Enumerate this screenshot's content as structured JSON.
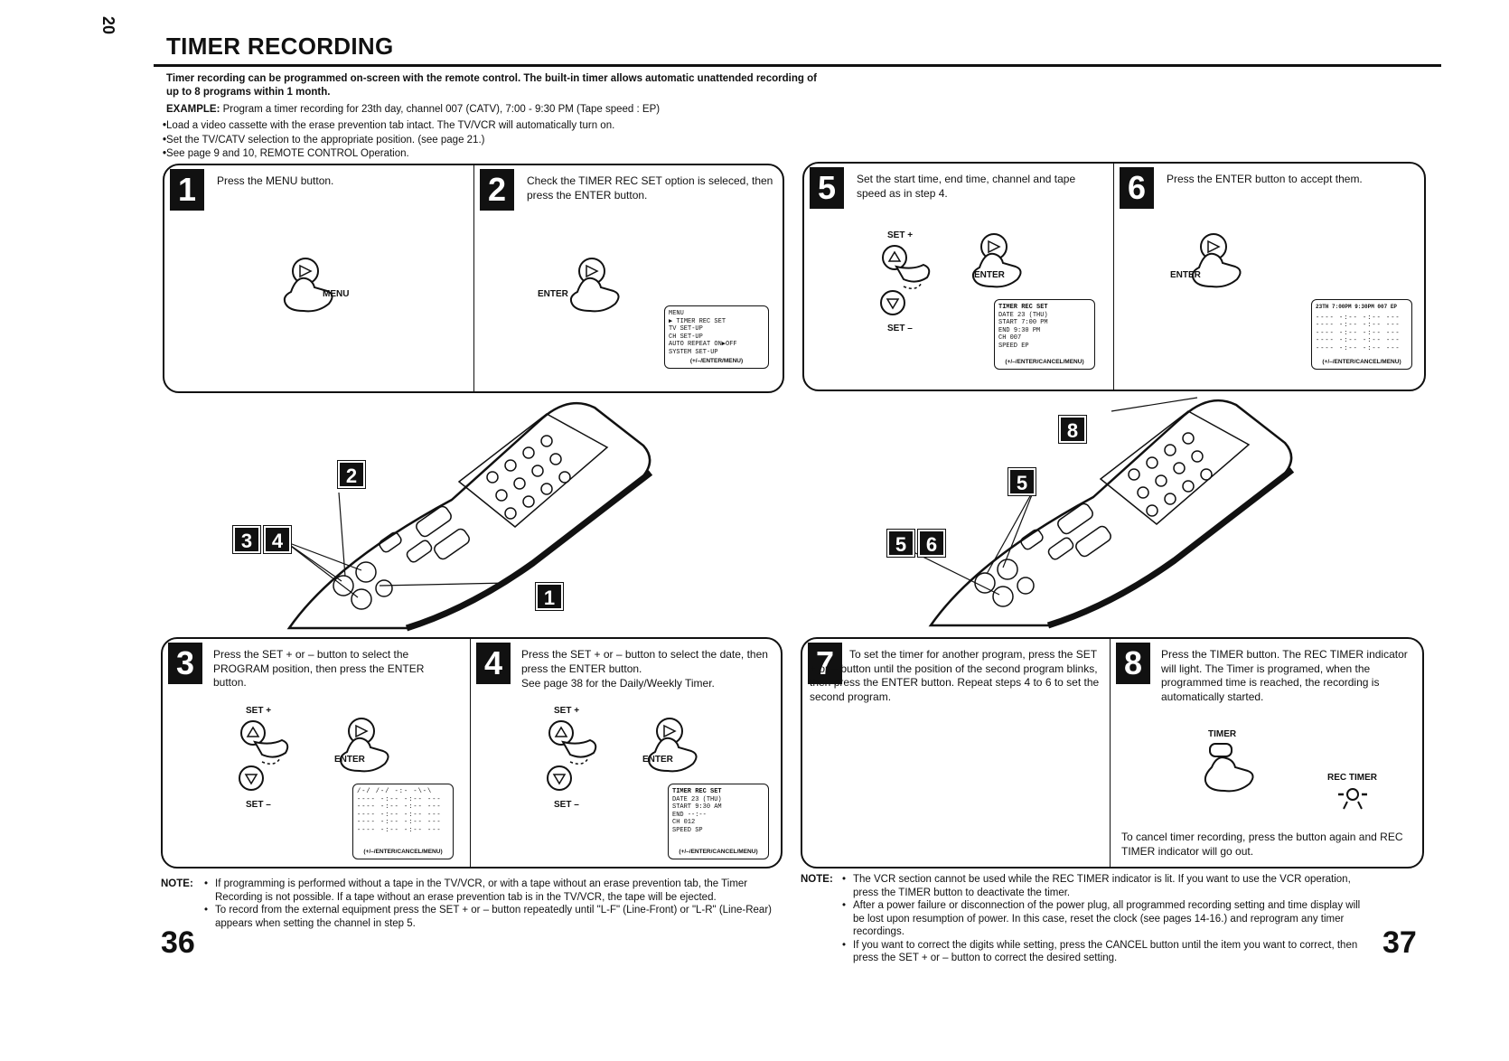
{
  "header": {
    "side_page_number": "20",
    "title": "TIMER RECORDING",
    "intro": "Timer recording can be programmed on-screen with the remote control. The built-in timer allows automatic unattended recording of up to 8 programs within 1 month.",
    "example_label": "EXAMPLE:",
    "example_text": "Program a timer recording for 23th day, channel 007 (CATV), 7:00 - 9:30 PM (Tape speed : EP)",
    "bullets": [
      "Load a video cassette with the erase prevention tab intact. The TV/VCR will automatically turn on.",
      "Set the TV/CATV selection to the appropriate position. (see page 21.)",
      "See page 9 and 10, REMOTE CONTROL Operation."
    ]
  },
  "steps": {
    "s1": {
      "num": "1",
      "text": "Press the MENU button.",
      "button_label": "MENU"
    },
    "s2": {
      "num": "2",
      "text": "Check the TIMER REC SET option is seleced, then press the ENTER button.",
      "button_label": "ENTER",
      "osd": {
        "lines": [
          "MENU",
          "▶ TIMER REC SET",
          "  TV SET-UP",
          "  CH SET-UP",
          "  AUTO REPEAT  ON▶OFF",
          "  SYSTEM SET-UP"
        ],
        "footer": "(+/–/ENTER/MENU)"
      }
    },
    "s3": {
      "num": "3",
      "text": "Press the SET + or – button to select the PROGRAM position, then press the ENTER button.",
      "set_plus": "SET +",
      "set_minus": "SET –",
      "enter": "ENTER",
      "osd_footer": "(+/–/ENTER/CANCEL/MENU)"
    },
    "s4": {
      "num": "4",
      "text": "Press the SET + or – button to select the date, then press the ENTER button.",
      "text2": "See page 38 for the Daily/Weekly Timer.",
      "set_plus": "SET +",
      "set_minus": "SET –",
      "enter": "ENTER",
      "osd": {
        "title": "TIMER REC SET",
        "rows": [
          [
            "DATE",
            "23 (THU)"
          ],
          [
            "START",
            "9:30 AM"
          ],
          [
            "END",
            "--:--"
          ],
          [
            "CH",
            "012"
          ],
          [
            "SPEED",
            "SP"
          ]
        ],
        "footer": "(+/–/ENTER/CANCEL/MENU)"
      }
    },
    "s5": {
      "num": "5",
      "text": "Set the start time, end time, channel and tape speed as in step 4.",
      "set_plus": "SET +",
      "set_minus": "SET –",
      "enter": "ENTER",
      "osd": {
        "title": "TIMER REC SET",
        "rows": [
          [
            "DATE",
            "23 (THU)"
          ],
          [
            "START",
            "7:00 PM"
          ],
          [
            "END",
            "9:30 PM"
          ],
          [
            "CH",
            "007"
          ],
          [
            "SPEED",
            "EP"
          ]
        ],
        "footer": "(+/–/ENTER/CANCEL/MENU)"
      }
    },
    "s6": {
      "num": "6",
      "text": "Press the ENTER button to accept them.",
      "enter": "ENTER",
      "osd": {
        "top": "23TH  7:00PM  9:30PM  007 EP",
        "footer": "(+/–/ENTER/CANCEL/MENU)"
      }
    },
    "s7": {
      "num": "7",
      "text": "To set the timer for another program, press the SET + or – button until the position of the second program blinks, then press the ENTER button. Repeat steps 4 to 6 to set the second program."
    },
    "s8": {
      "num": "8",
      "text": "Press the TIMER button. The REC TIMER indicator will light. The Timer is programed, when the programmed time is reached, the recording is automatically started.",
      "timer_label": "TIMER",
      "rec_timer_label": "REC TIMER",
      "cancel_text": "To cancel timer recording, press the button again and REC TIMER indicator will go out."
    }
  },
  "callouts": {
    "left": [
      "2",
      "3",
      "4",
      "1"
    ],
    "right": [
      "8",
      "5",
      "5",
      "6"
    ]
  },
  "notes_left": {
    "label": "NOTE:",
    "items": [
      "If programming is performed without a tape in the TV/VCR, or with a tape without an erase prevention tab, the Timer Recording is not possible. If a tape without an erase prevention tab is in the TV/VCR, the tape will be ejected.",
      "To record from the external equipment press the SET + or – button repeatedly until \"L-F\" (Line-Front) or \"L-R\" (Line-Rear) appears when setting the channel in step 5."
    ]
  },
  "notes_right": {
    "label": "NOTE:",
    "items": [
      "The VCR section cannot be used while the REC TIMER indicator is lit. If you want to use the VCR operation, press the TIMER button to deactivate the timer.",
      "After a power failure or disconnection of the power plug, all programmed recording setting and time display will be lost upon resumption of power. In this case, reset the clock (see pages 14-16.) and reprogram any timer recordings.",
      "If you want to correct the digits while setting, press the CANCEL button until the item you want to correct, then press the SET + or – button to correct the desired setting."
    ]
  },
  "page_numbers": {
    "left": "36",
    "right": "37"
  }
}
